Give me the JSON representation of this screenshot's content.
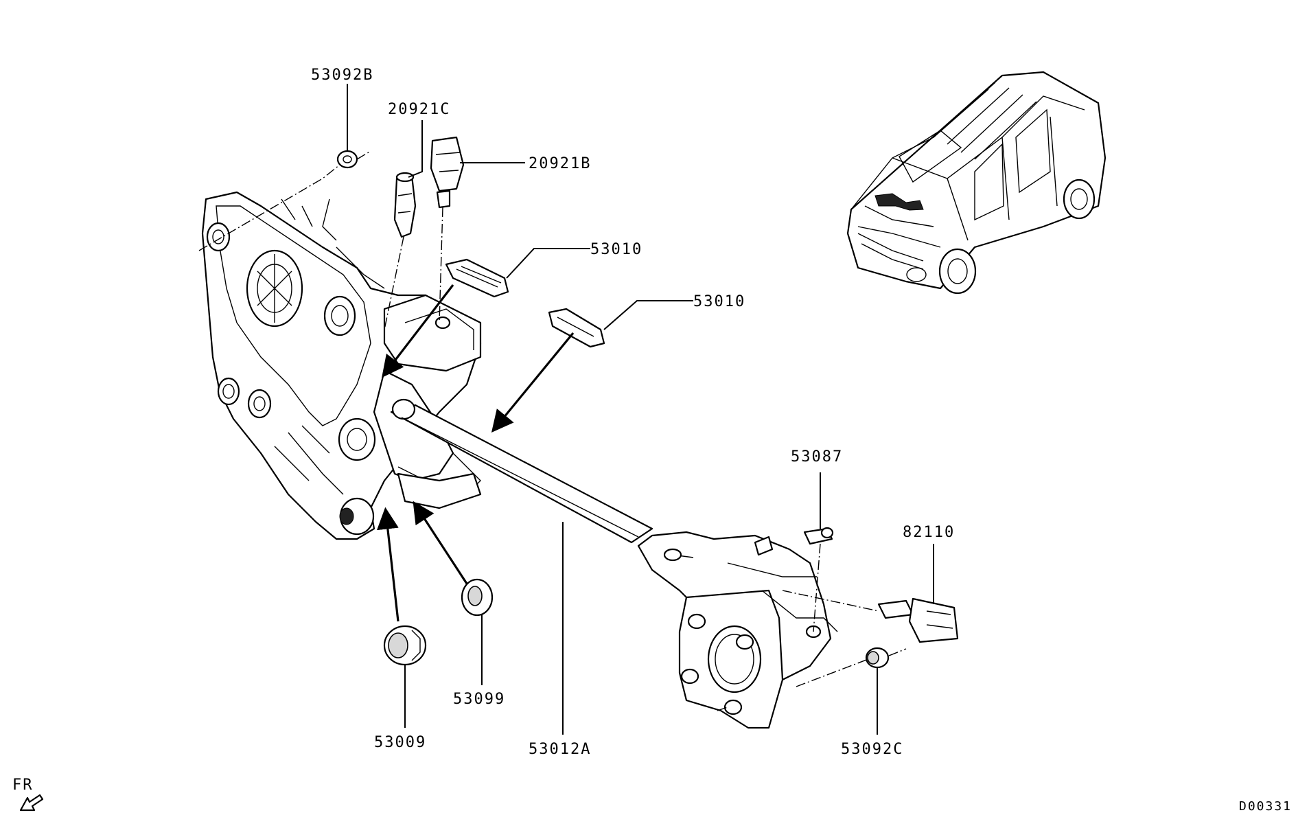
{
  "labels": {
    "p53092B": "53092B",
    "p20921C": "20921C",
    "p20921B": "20921B",
    "p53010a": "53010",
    "p53010b": "53010",
    "p53087": "53087",
    "p82110": "82110",
    "p53099": "53099",
    "p53009": "53009",
    "p53012A": "53012A",
    "p53092C": "53092C"
  },
  "direction": "FR",
  "diagram_code": "D00331"
}
